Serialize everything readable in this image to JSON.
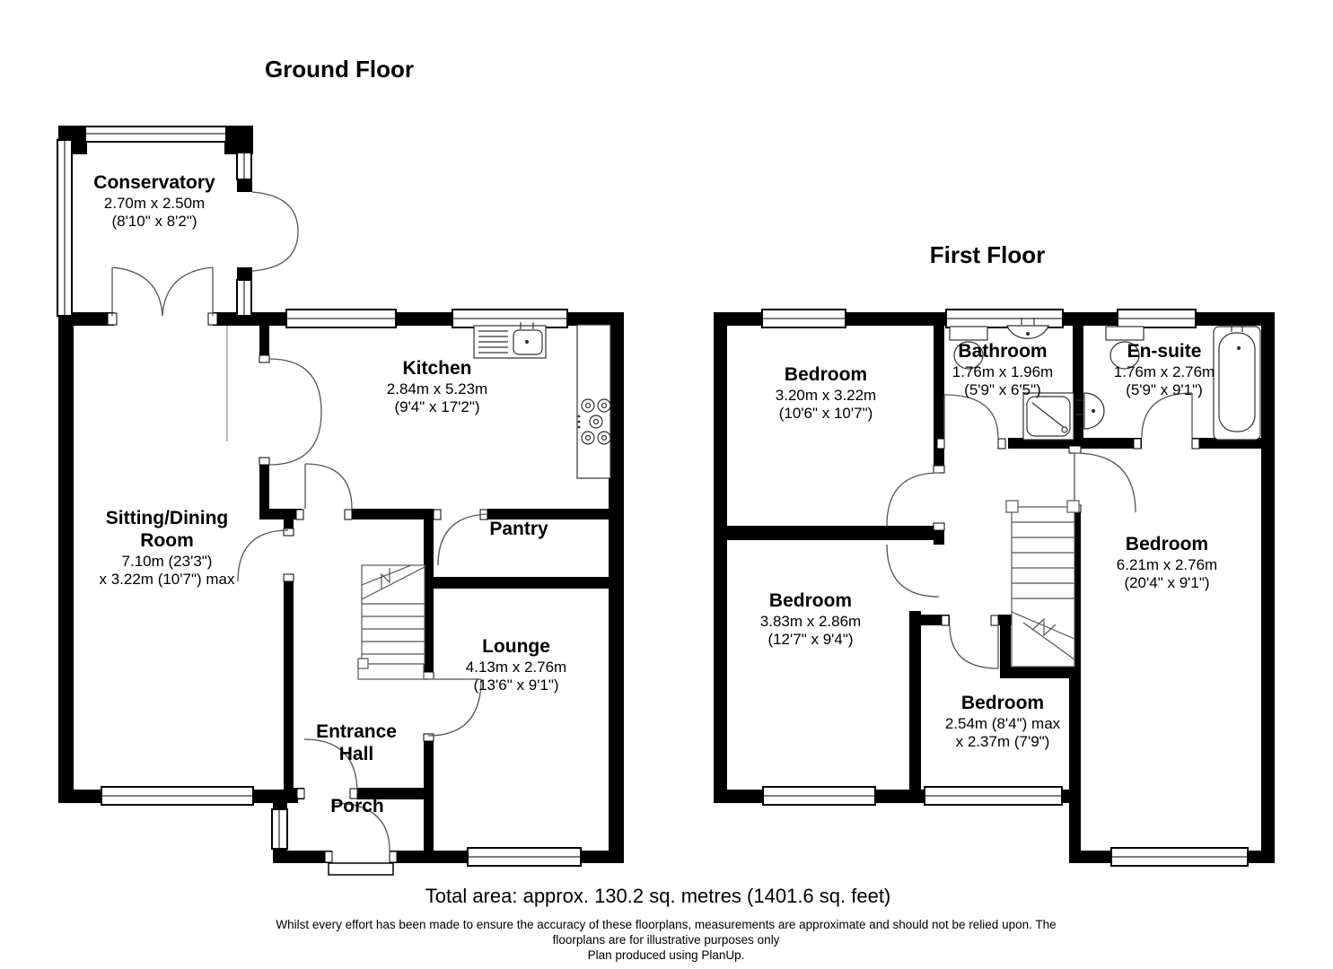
{
  "colors": {
    "walls": "#000000",
    "background": "#ffffff",
    "door_lines": "#555555"
  },
  "ground_floor": {
    "title": "Ground Floor",
    "rooms": {
      "conservatory": {
        "name": "Conservatory",
        "metric": "2.70m x 2.50m",
        "imperial": "(8'10\" x 8'2\")"
      },
      "kitchen": {
        "name": "Kitchen",
        "metric": "2.84m x 5.23m",
        "imperial": "(9'4\" x 17'2\")"
      },
      "sitting_dining": {
        "name_line1": "Sitting/Dining",
        "name_line2": "Room",
        "metric": "7.10m (23'3\")",
        "imperial": "x 3.22m (10'7\") max"
      },
      "pantry": {
        "name": "Pantry"
      },
      "lounge": {
        "name": "Lounge",
        "metric": "4.13m x 2.76m",
        "imperial": "(13'6\" x 9'1\")"
      },
      "entrance_hall": {
        "name_line1": "Entrance",
        "name_line2": "Hall"
      },
      "porch": {
        "name": "Porch"
      }
    }
  },
  "first_floor": {
    "title": "First Floor",
    "rooms": {
      "bedroom_front": {
        "name": "Bedroom",
        "metric": "3.20m x 3.22m",
        "imperial": "(10'6\" x 10'7\")"
      },
      "bathroom": {
        "name": "Bathroom",
        "metric": "1.76m x 1.96m",
        "imperial": "(5'9\" x 6'5\")"
      },
      "ensuite": {
        "name": "En-suite",
        "metric": "1.76m x 2.76m",
        "imperial": "(5'9\" x 9'1\")"
      },
      "bedroom_left": {
        "name": "Bedroom",
        "metric": "3.83m x 2.86m",
        "imperial": "(12'7\" x 9'4\")"
      },
      "bedroom_middle": {
        "name": "Bedroom",
        "metric": "2.54m (8'4\") max",
        "imperial": "x 2.37m (7'9\")"
      },
      "bedroom_right": {
        "name": "Bedroom",
        "metric": "6.21m x 2.76m",
        "imperial": "(20'4\" x 9'1\")"
      }
    }
  },
  "footer": {
    "total_area": "Total area: approx. 130.2 sq. metres (1401.6 sq. feet)",
    "disclaimer_line1": "Whilst every effort has been made to ensure the accuracy of these floorplans, measurements are approximate and should not be relied upon. The",
    "disclaimer_line2": "floorplans are for illustrative purposes only",
    "credit": "Plan produced using PlanUp."
  }
}
